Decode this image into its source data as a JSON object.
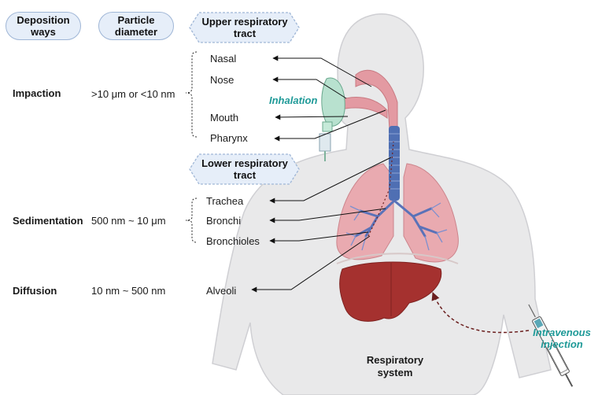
{
  "headers": {
    "deposition_ways": "Deposition ways",
    "particle_diameter": "Particle diameter",
    "upper_tract": "Upper respiratory tract",
    "lower_tract": "Lower respiratory tract"
  },
  "mechanisms": [
    {
      "way": "Impaction",
      "diameter": ">10 μm or <10 nm"
    },
    {
      "way": "Sedimentation",
      "diameter": "500 nm ~ 10 μm"
    },
    {
      "way": "Diffusion",
      "diameter": "10 nm ~ 500 nm"
    }
  ],
  "upper_sites": [
    "Nasal",
    "Nose",
    "Mouth",
    "Pharynx"
  ],
  "lower_sites": [
    "Trachea",
    "Bronchi",
    "Bronchioles"
  ],
  "alveoli": "Alveoli",
  "inhalation": "Inhalation",
  "intravenous": "Intravenous injection",
  "system_label": "Respiratory system",
  "colors": {
    "pill_fill": "#e6eef9",
    "pill_border": "#9fb6d6",
    "teal_label": "#1f9a98",
    "lung": "#e8a0a6",
    "trachea": "#4f6fb3",
    "liver": "#a3312f",
    "body": "#e9e9ea"
  }
}
